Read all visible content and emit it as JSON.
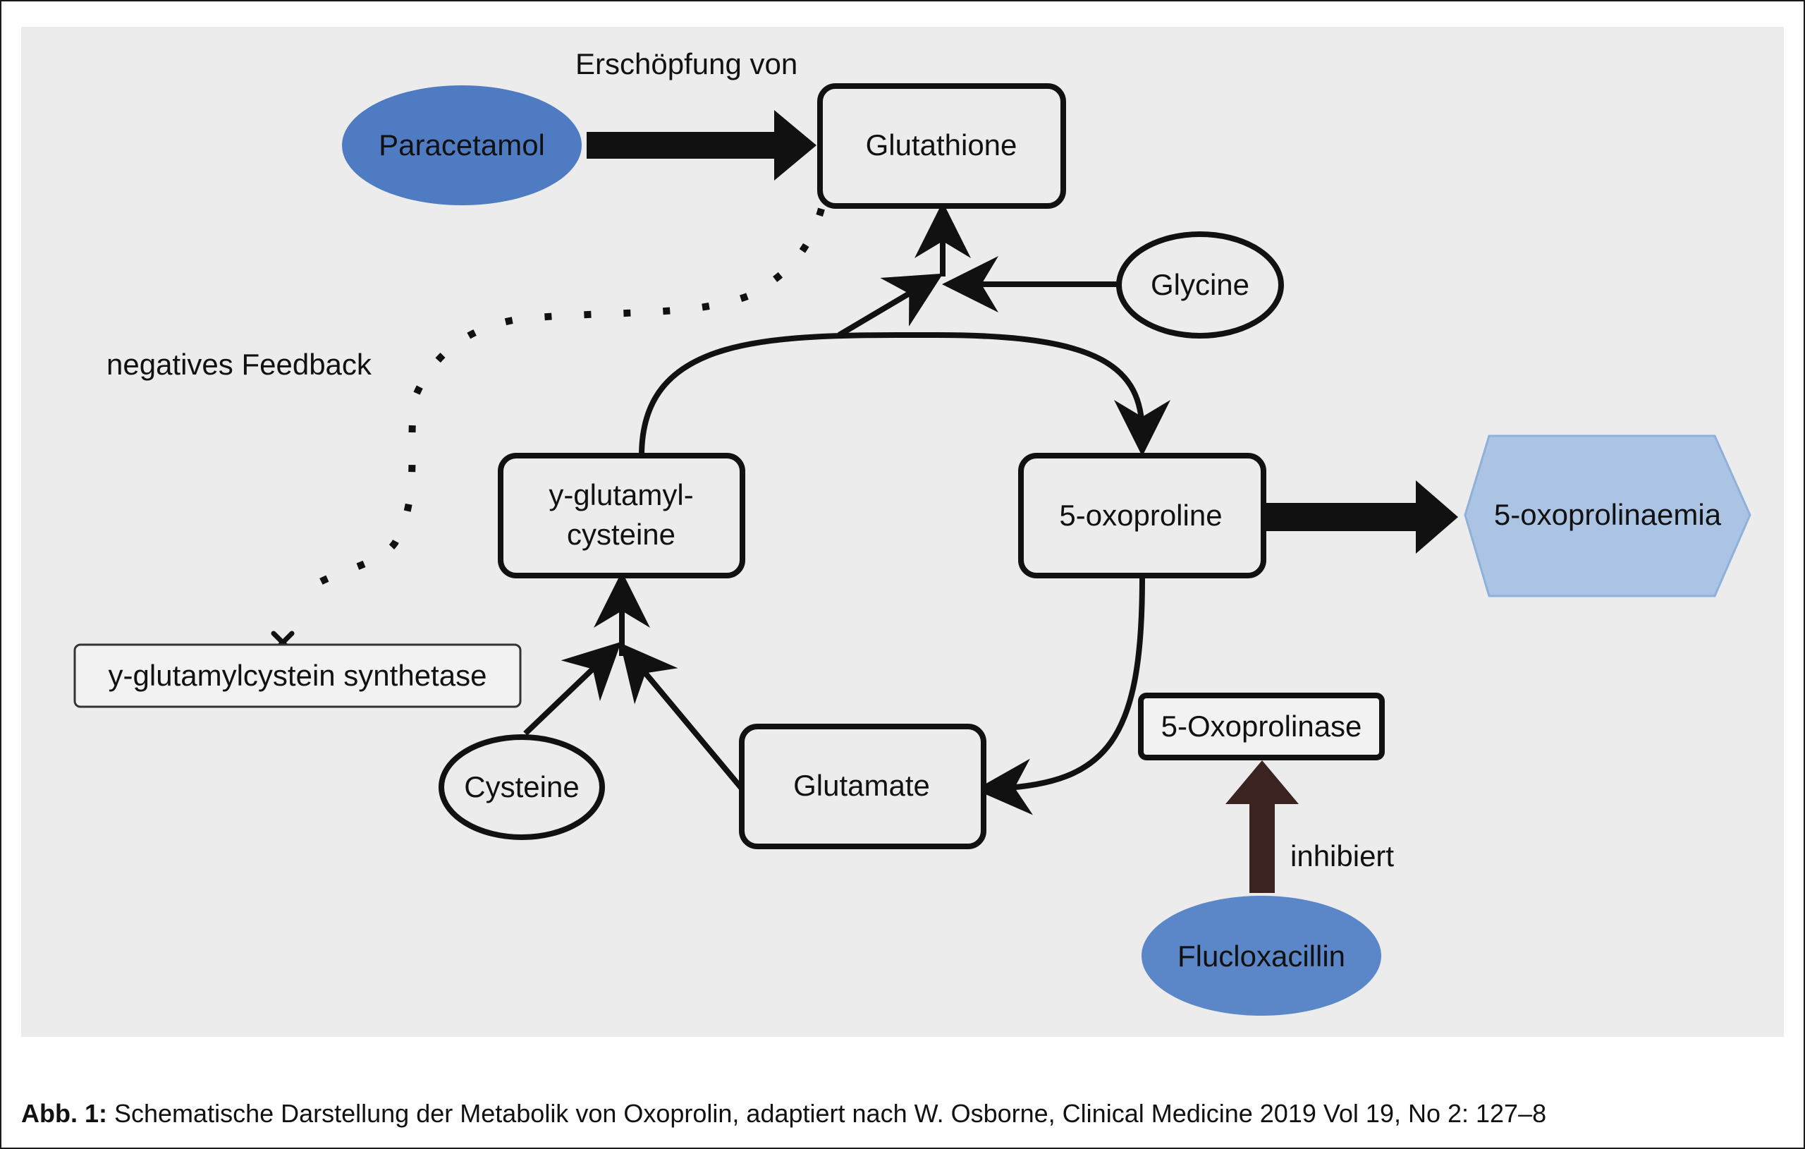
{
  "colors": {
    "panel_bg": "#ececec",
    "node_stroke": "#111111",
    "drug_fill": "#4f7bc3",
    "drug_fill_light": "#5b86c8",
    "result_fill": "#abc4e4",
    "result_stroke": "#8fb0db",
    "inhibit_arrow": "#3a2320"
  },
  "nodes": {
    "paracetamol": "Paracetamol",
    "glutathione": "Glutathione",
    "glycine": "Glycine",
    "gamma_glutamyl_line1": "y-glutamyl-",
    "gamma_glutamyl_line2": "cysteine",
    "oxoproline": "5-oxoproline",
    "oxoprolinaemia": "5-oxoprolinaemia",
    "synthetase": "y-glutamylcystein synthetase",
    "oxoprolinase": "5-Oxoprolinase",
    "cysteine": "Cysteine",
    "glutamate": "Glutamate",
    "flucloxacillin": "Flucloxacillin"
  },
  "labels": {
    "depletion": "Erschöpfung von",
    "feedback": "negatives Feedback",
    "inhibits": "inhibiert"
  },
  "caption": {
    "prefix": "Abb. 1:",
    "text": " Schematische Darstellung der Metabolik von Oxoprolin, adaptiert nach W. Osborne, Clinical Medicine 2019 Vol 19, No 2: 127–8"
  }
}
